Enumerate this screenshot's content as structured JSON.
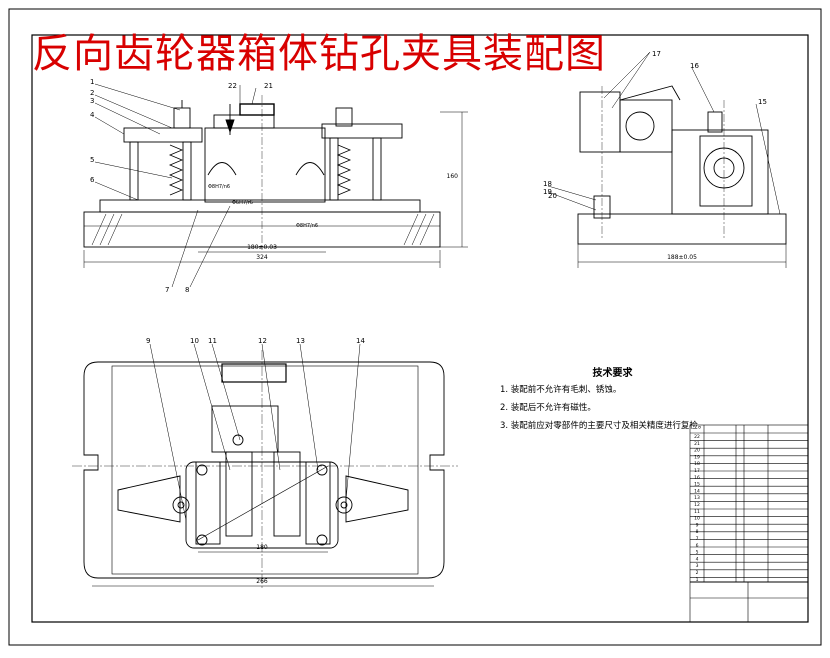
{
  "title": "反向齿轮器箱体钻孔夹具装配图",
  "tech_requirements": {
    "heading": "技术要求",
    "items": [
      "1. 装配前不允许有毛刺、锈蚀。",
      "2. 装配后不允许有磁性。",
      "3. 装配前应对零部件的主要尺寸及相关精度进行复检。"
    ]
  },
  "part_callouts": [
    "1",
    "2",
    "3",
    "4",
    "5",
    "6",
    "7",
    "8",
    "9",
    "10",
    "11",
    "12",
    "13",
    "14",
    "15",
    "16",
    "17",
    "18",
    "19",
    "20",
    "21",
    "22"
  ],
  "dimension_labels": {
    "front_width": "324",
    "front_height": "160",
    "front_inner": "180±0.03",
    "plan_width": "266",
    "plan_inner": "180",
    "side_width": "188±0.05",
    "fit_1": "Φ8H7/n6",
    "fit_2": "Φ6H7/r6",
    "fit_3": "Φ8H7/n6"
  },
  "colors": {
    "title": "#d80000",
    "line": "#000000",
    "background": "#ffffff"
  }
}
